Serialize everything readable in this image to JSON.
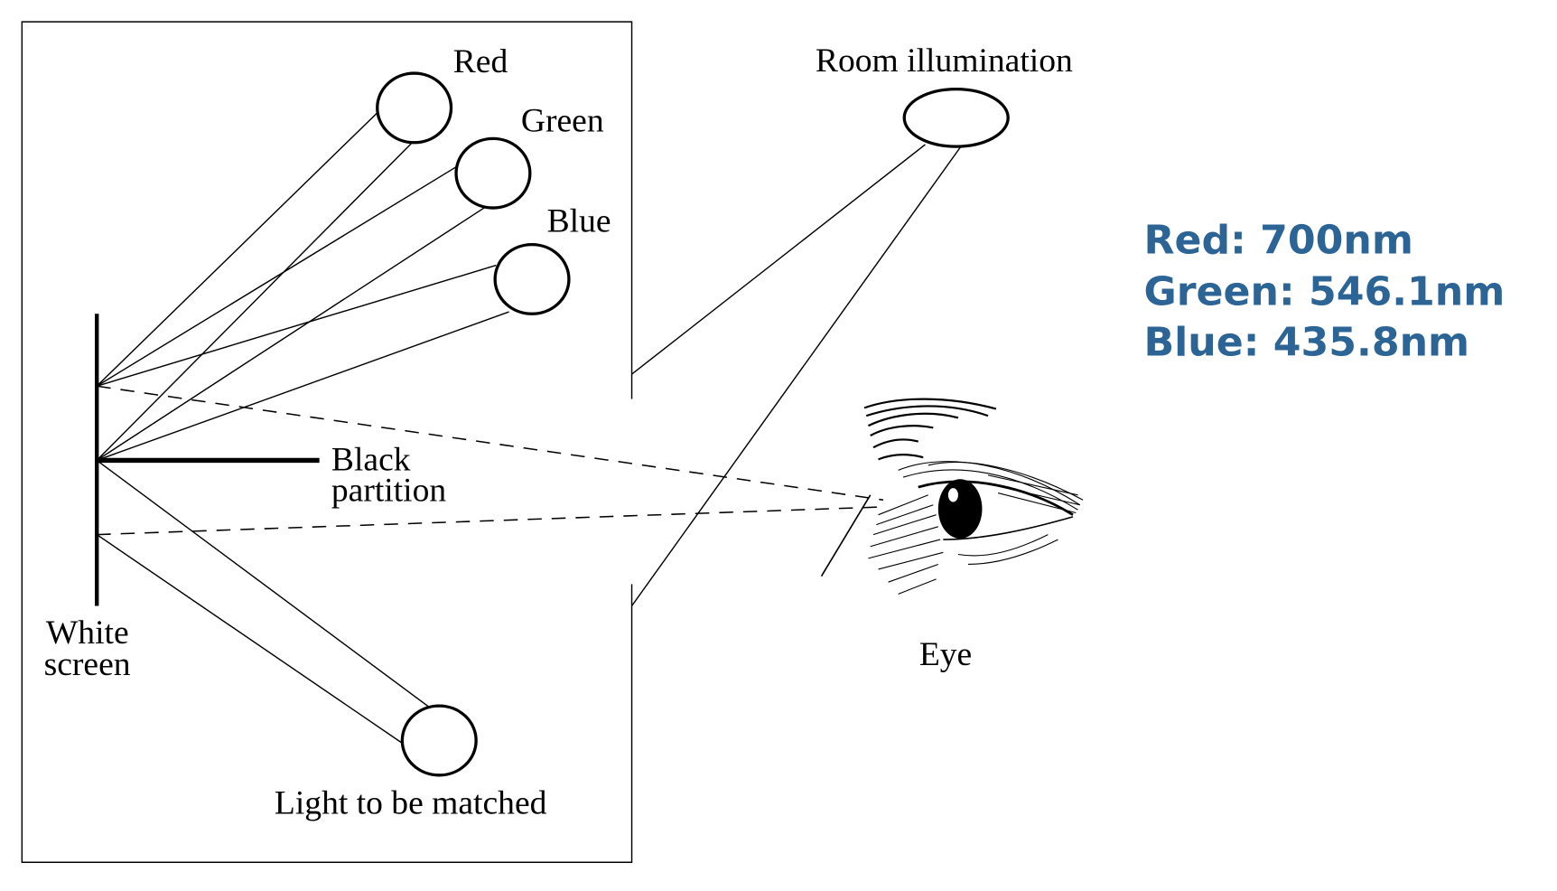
{
  "diagram": {
    "title": "Color matching experiment",
    "labels": {
      "red": "Red",
      "green": "Green",
      "blue": "Blue",
      "room_illumination": "Room illumination",
      "black_partition_line1": "Black",
      "black_partition_line2": "partition",
      "white_screen_line1": "White",
      "white_screen_line2": "screen",
      "light_to_be_matched": "Light to be matched",
      "eye": "Eye"
    },
    "wavelength_notes": [
      {
        "name": "Red",
        "text": "Red: 700nm",
        "wavelength_nm": 700
      },
      {
        "name": "Green",
        "text": "Green: 546.1nm",
        "wavelength_nm": 546.1
      },
      {
        "name": "Blue",
        "text": "Blue: 435.8nm",
        "wavelength_nm": 435.8
      }
    ],
    "colors": {
      "note_text": "#2c6496",
      "line": "#000000",
      "background": "#ffffff"
    }
  }
}
